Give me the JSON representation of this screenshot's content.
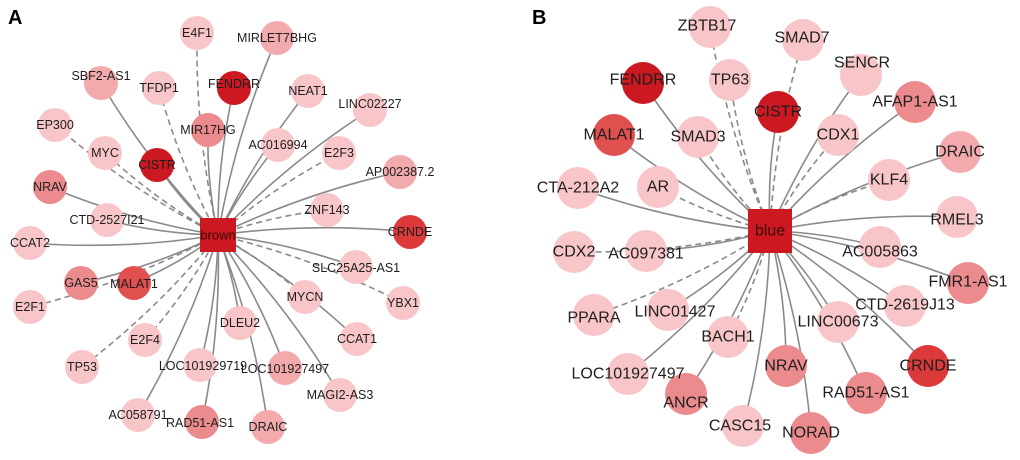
{
  "colors": {
    "light": "#f8c6c9",
    "medlight": "#f2aaad",
    "medium": "#ec8b8e",
    "darker": "#e0504f",
    "red": "#dc3a3a",
    "dark": "#cc1820",
    "hub": "#cc1820",
    "edge": "#8a8a8a"
  },
  "panels": [
    {
      "letter": "A",
      "hub": "brown",
      "nodes": [
        {
          "label": "E4F1",
          "level": "light",
          "edge": "dashed"
        },
        {
          "label": "MIRLET7BHG",
          "level": "medlight",
          "edge": "solid"
        },
        {
          "label": "SBF2-AS1",
          "level": "medlight",
          "edge": "solid"
        },
        {
          "label": "TFDP1",
          "level": "light",
          "edge": "dashed"
        },
        {
          "label": "FENDRR",
          "level": "dark",
          "edge": "solid"
        },
        {
          "label": "NEAT1",
          "level": "light",
          "edge": "solid"
        },
        {
          "label": "LINC02227",
          "level": "light",
          "edge": "solid"
        },
        {
          "label": "EP300",
          "level": "light",
          "edge": "dashed"
        },
        {
          "label": "MIR17HG",
          "level": "medium",
          "edge": "solid"
        },
        {
          "label": "AC016994",
          "level": "light",
          "edge": "solid"
        },
        {
          "label": "E2F3",
          "level": "light",
          "edge": "dashed"
        },
        {
          "label": "MYC",
          "level": "light",
          "edge": "dashed"
        },
        {
          "label": "CISTR",
          "level": "dark",
          "edge": "solid"
        },
        {
          "label": "AP002387.2",
          "level": "medlight",
          "edge": "solid"
        },
        {
          "label": "NRAV",
          "level": "medium",
          "edge": "solid"
        },
        {
          "label": "ZNF143",
          "level": "light",
          "edge": "dashed"
        },
        {
          "label": "CTD-2527I21",
          "level": "light",
          "edge": "solid"
        },
        {
          "label": "CRNDE",
          "level": "red",
          "edge": "solid"
        },
        {
          "label": "CCAT2",
          "level": "light",
          "edge": "solid"
        },
        {
          "label": "SLC25A25-AS1",
          "level": "light",
          "edge": "solid"
        },
        {
          "label": "GAS5",
          "level": "medium",
          "edge": "solid"
        },
        {
          "label": "MALAT1",
          "level": "darker",
          "edge": "solid"
        },
        {
          "label": "E2F1",
          "level": "light",
          "edge": "dashed"
        },
        {
          "label": "MYCN",
          "level": "light",
          "edge": "dashed"
        },
        {
          "label": "YBX1",
          "level": "light",
          "edge": "dashed"
        },
        {
          "label": "DLEU2",
          "level": "light",
          "edge": "solid"
        },
        {
          "label": "CCAT1",
          "level": "light",
          "edge": "solid"
        },
        {
          "label": "E2F4",
          "level": "light",
          "edge": "dashed"
        },
        {
          "label": "TP53",
          "level": "light",
          "edge": "dashed"
        },
        {
          "label": "LOC101929719",
          "level": "light",
          "edge": "solid"
        },
        {
          "label": "LOC101927497",
          "level": "medlight",
          "edge": "solid"
        },
        {
          "label": "MAGI2-AS3",
          "level": "light",
          "edge": "solid"
        },
        {
          "label": "AC058791",
          "level": "light",
          "edge": "solid"
        },
        {
          "label": "RAD51-AS1",
          "level": "medium",
          "edge": "solid"
        },
        {
          "label": "DRAIC",
          "level": "medlight",
          "edge": "solid"
        }
      ]
    },
    {
      "letter": "B",
      "hub": "blue",
      "nodes": [
        {
          "label": "ZBTB17",
          "level": "light",
          "edge": "dashed"
        },
        {
          "label": "SMAD7",
          "level": "light",
          "edge": "dashed"
        },
        {
          "label": "FENDRR",
          "level": "dark",
          "edge": "solid"
        },
        {
          "label": "TP63",
          "level": "light",
          "edge": "dashed"
        },
        {
          "label": "SENCR",
          "level": "light",
          "edge": "solid"
        },
        {
          "label": "CISTR",
          "level": "dark",
          "edge": "solid"
        },
        {
          "label": "AFAP1-AS1",
          "level": "medium",
          "edge": "solid"
        },
        {
          "label": "MALAT1",
          "level": "darker",
          "edge": "solid"
        },
        {
          "label": "SMAD3",
          "level": "light",
          "edge": "dashed"
        },
        {
          "label": "CDX1",
          "level": "light",
          "edge": "dashed"
        },
        {
          "label": "DRAIC",
          "level": "medlight",
          "edge": "solid"
        },
        {
          "label": "KLF4",
          "level": "light",
          "edge": "dashed"
        },
        {
          "label": "CTA-212A2",
          "level": "light",
          "edge": "solid"
        },
        {
          "label": "AR",
          "level": "light",
          "edge": "dashed"
        },
        {
          "label": "RMEL3",
          "level": "light",
          "edge": "solid"
        },
        {
          "label": "CDX2",
          "level": "light",
          "edge": "dashed"
        },
        {
          "label": "AC097381",
          "level": "light",
          "edge": "solid"
        },
        {
          "label": "AC005863",
          "level": "light",
          "edge": "solid"
        },
        {
          "label": "FMR1-AS1",
          "level": "medium",
          "edge": "solid"
        },
        {
          "label": "PPARA",
          "level": "light",
          "edge": "dashed"
        },
        {
          "label": "LINC01427",
          "level": "light",
          "edge": "solid"
        },
        {
          "label": "CTD-2619J13",
          "level": "light",
          "edge": "solid"
        },
        {
          "label": "LINC00673",
          "level": "light",
          "edge": "solid"
        },
        {
          "label": "BACH1",
          "level": "light",
          "edge": "dashed"
        },
        {
          "label": "LOC101927497",
          "level": "light",
          "edge": "solid"
        },
        {
          "label": "NRAV",
          "level": "medium",
          "edge": "solid"
        },
        {
          "label": "CRNDE",
          "level": "red",
          "edge": "solid"
        },
        {
          "label": "ANCR",
          "level": "medium",
          "edge": "solid"
        },
        {
          "label": "RAD51-AS1",
          "level": "medium",
          "edge": "solid"
        },
        {
          "label": "CASC15",
          "level": "light",
          "edge": "solid"
        },
        {
          "label": "NORAD",
          "level": "medium",
          "edge": "solid"
        }
      ]
    }
  ]
}
